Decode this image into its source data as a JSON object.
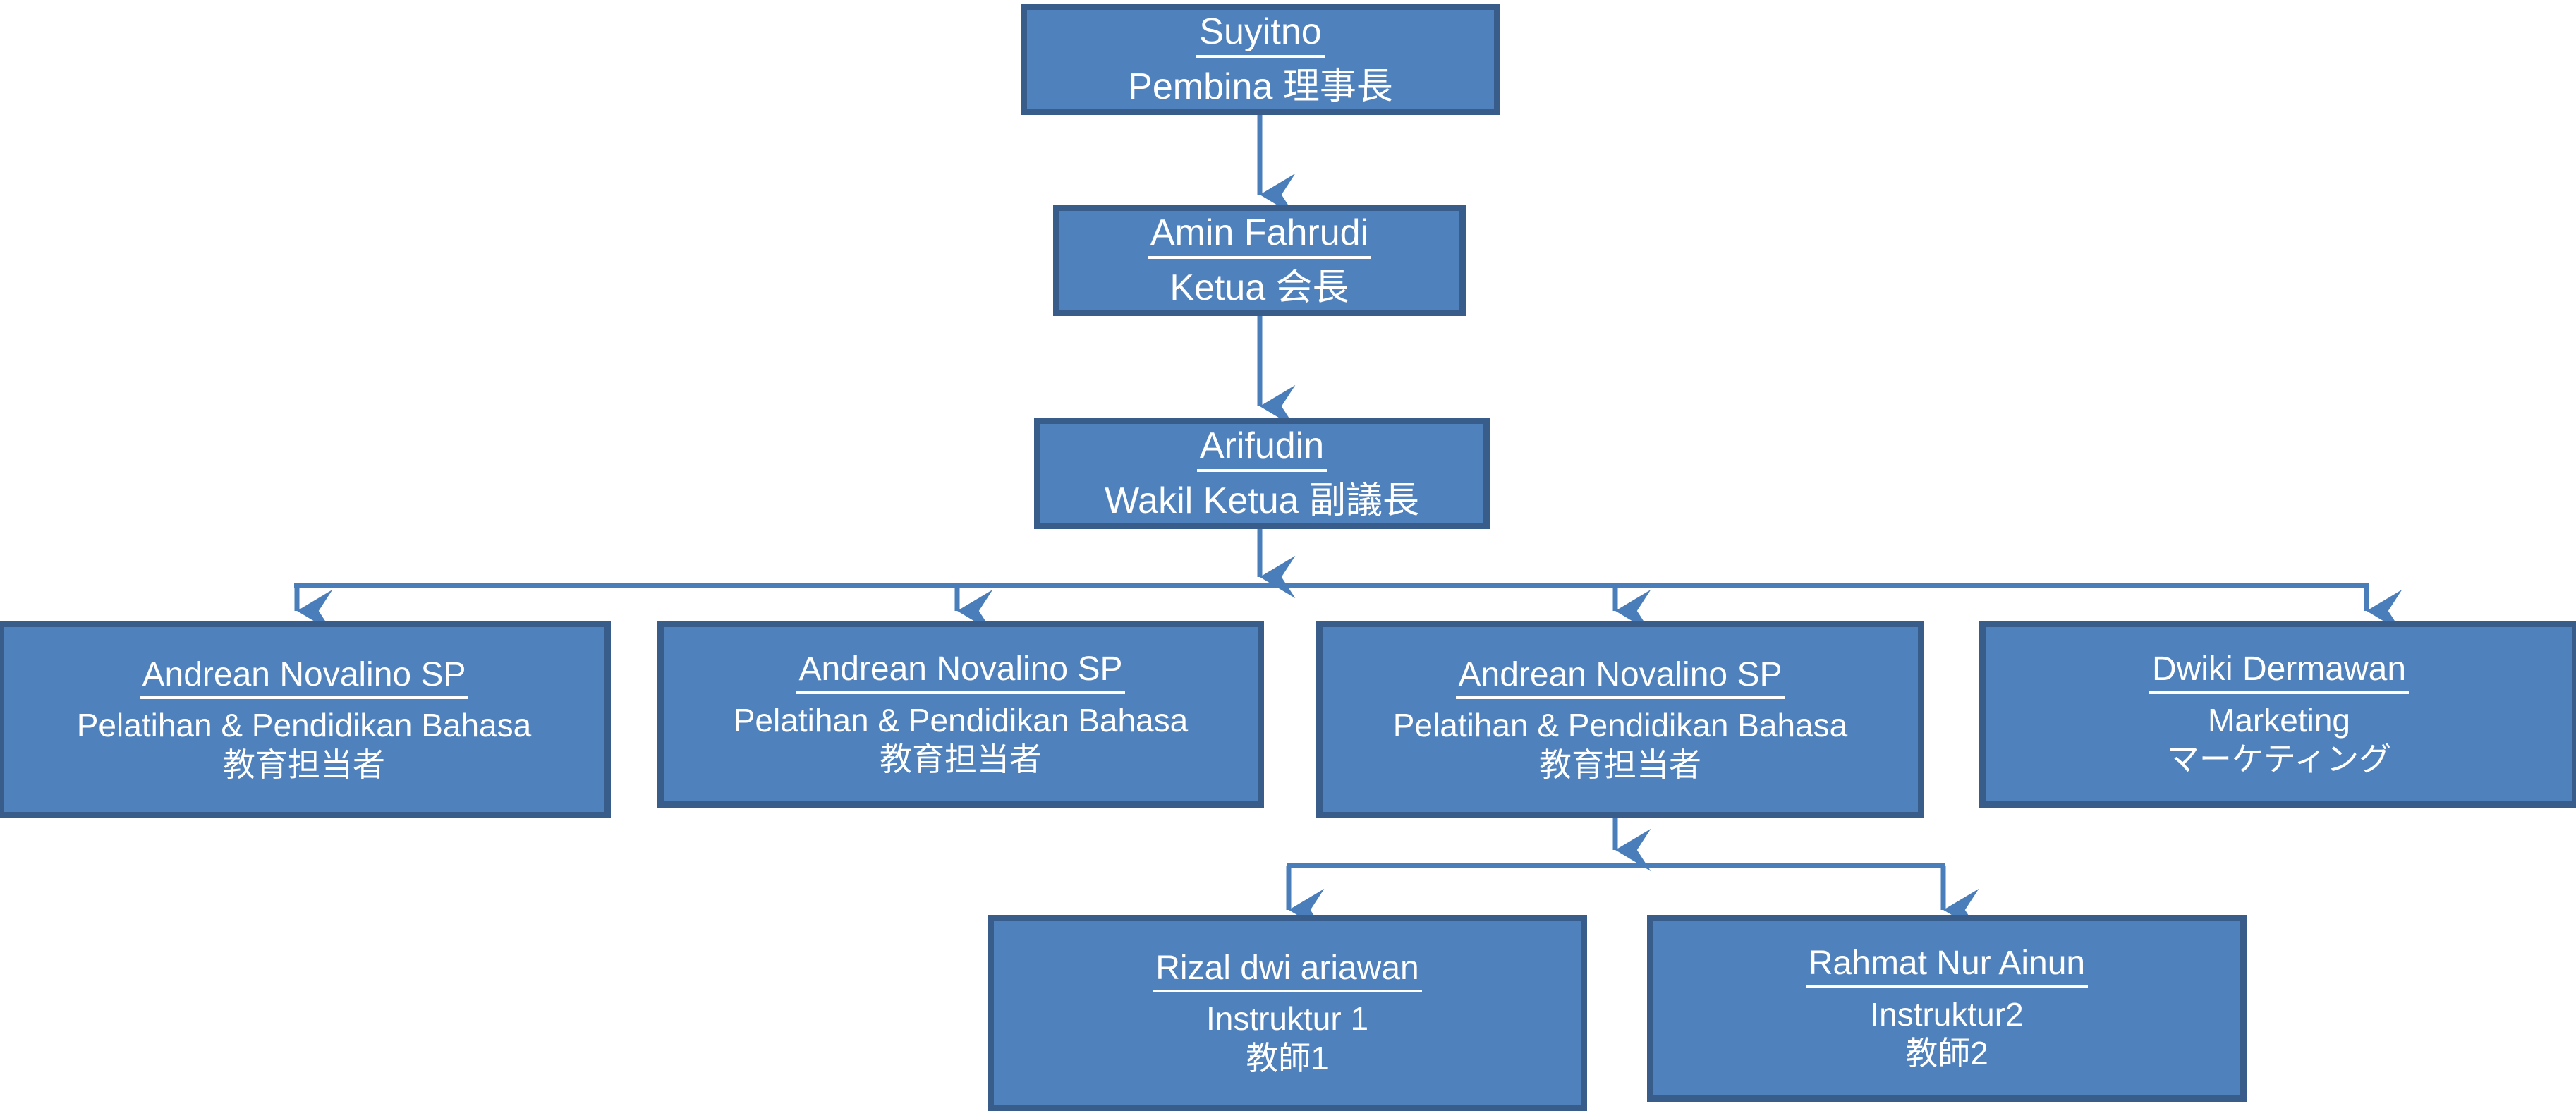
{
  "theme": {
    "box_fill": "#4F81BD",
    "box_border": "#385D8A",
    "connector": "#4A7EBB",
    "text": "#FFFFFF",
    "background": "#FFFFFF"
  },
  "chart_title": "",
  "org_chart": {
    "type": "organization-chart",
    "levels": [
      {
        "level": 1,
        "nodes": [
          {
            "id": "suyitno",
            "name": "Suyitno",
            "role": "Pembina",
            "role_jp": "理事長",
            "role_line": "Pembina 理事長",
            "name_underlined": true
          }
        ]
      },
      {
        "level": 2,
        "nodes": [
          {
            "id": "amin-fahrudi",
            "name": "Amin Fahrudi",
            "role": "Ketua",
            "role_jp": "会長",
            "role_line": "Ketua 会長",
            "name_underlined": true
          }
        ]
      },
      {
        "level": 3,
        "nodes": [
          {
            "id": "arifudin",
            "name": "Arifudin",
            "role": "Wakil Ketua",
            "role_jp": "副議長",
            "role_line": "Wakil Ketua 副議長",
            "name_underlined": true
          }
        ]
      },
      {
        "level": 4,
        "nodes": [
          {
            "id": "andrean-1",
            "name": "Andrean Novalino SP",
            "role": "Pelatihan & Pendidikan Bahasa",
            "role_jp": "教育担当者",
            "name_underlined": true
          },
          {
            "id": "andrean-2",
            "name": "Andrean Novalino SP",
            "role": "Pelatihan & Pendidikan Bahasa",
            "role_jp": "教育担当者",
            "name_underlined": true
          },
          {
            "id": "andrean-3",
            "name": "Andrean Novalino SP",
            "role": "Pelatihan & Pendidikan Bahasa",
            "role_jp": "教育担当者",
            "name_underlined": true
          },
          {
            "id": "dwiki-dermawan",
            "name": "Dwiki Dermawan",
            "role": "Marketing",
            "role_jp": "マーケティング",
            "name_underlined": true
          }
        ]
      },
      {
        "level": 5,
        "nodes": [
          {
            "id": "rizal",
            "name": "Rizal dwi ariawan",
            "role": "Instruktur 1",
            "role_jp": "教師1",
            "name_underlined": true
          },
          {
            "id": "rahmat",
            "name": "Rahmat Nur Ainun",
            "role": "Instruktur2",
            "role_jp": "教師2",
            "name_underlined": true
          }
        ]
      }
    ],
    "edges": [
      {
        "from": "suyitno",
        "to": "amin-fahrudi",
        "style": "arrow"
      },
      {
        "from": "amin-fahrudi",
        "to": "arifudin",
        "style": "arrow"
      },
      {
        "from": "arifudin",
        "to": "andrean-1",
        "style": "elbow-arrow"
      },
      {
        "from": "arifudin",
        "to": "andrean-2",
        "style": "elbow-arrow"
      },
      {
        "from": "arifudin",
        "to": "andrean-3",
        "style": "elbow-arrow"
      },
      {
        "from": "arifudin",
        "to": "dwiki-dermawan",
        "style": "elbow-arrow"
      },
      {
        "from": "andrean-3",
        "to": "rizal",
        "style": "elbow-arrow"
      },
      {
        "from": "andrean-3",
        "to": "rahmat",
        "style": "elbow-arrow"
      }
    ]
  }
}
